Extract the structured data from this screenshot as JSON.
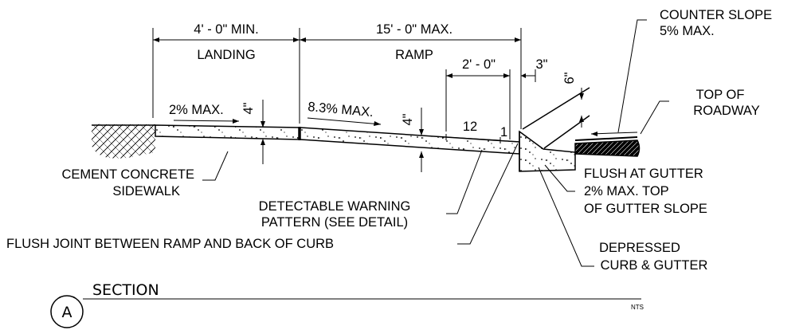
{
  "dimensions": {
    "landing_width": "4' - 0\" MIN.",
    "landing_label": "LANDING",
    "ramp_length": "15' - 0\" MAX.",
    "ramp_label": "RAMP",
    "warning_width": "2' - 0\"",
    "curb_offset": "3\"",
    "curb_height": "6\"",
    "landing_thickness": "4\"",
    "ramp_thickness": "4\""
  },
  "slopes": {
    "landing_slope": "2% MAX.",
    "ramp_slope": "8.3% MAX.",
    "ratio_run": "12",
    "ratio_rise": "1"
  },
  "callouts": {
    "counter_slope": [
      "COUNTER SLOPE",
      "5% MAX."
    ],
    "top_of_roadway": [
      "TOP OF",
      "ROADWAY"
    ],
    "sidewalk": [
      "CEMENT CONCRETE",
      "SIDEWALK"
    ],
    "warning_pattern": [
      "DETECTABLE WARNING",
      "PATTERN (SEE DETAIL)"
    ],
    "flush_joint": "FLUSH JOINT BETWEEN RAMP AND BACK OF CURB",
    "flush_gutter": [
      "FLUSH AT GUTTER",
      "2% MAX. TOP",
      "OF GUTTER SLOPE"
    ],
    "depressed_curb": [
      "DEPRESSED",
      "CURB & GUTTER"
    ]
  },
  "title_block": {
    "section_letter": "A",
    "section_title": "SECTION",
    "scale_note": "NTS"
  }
}
